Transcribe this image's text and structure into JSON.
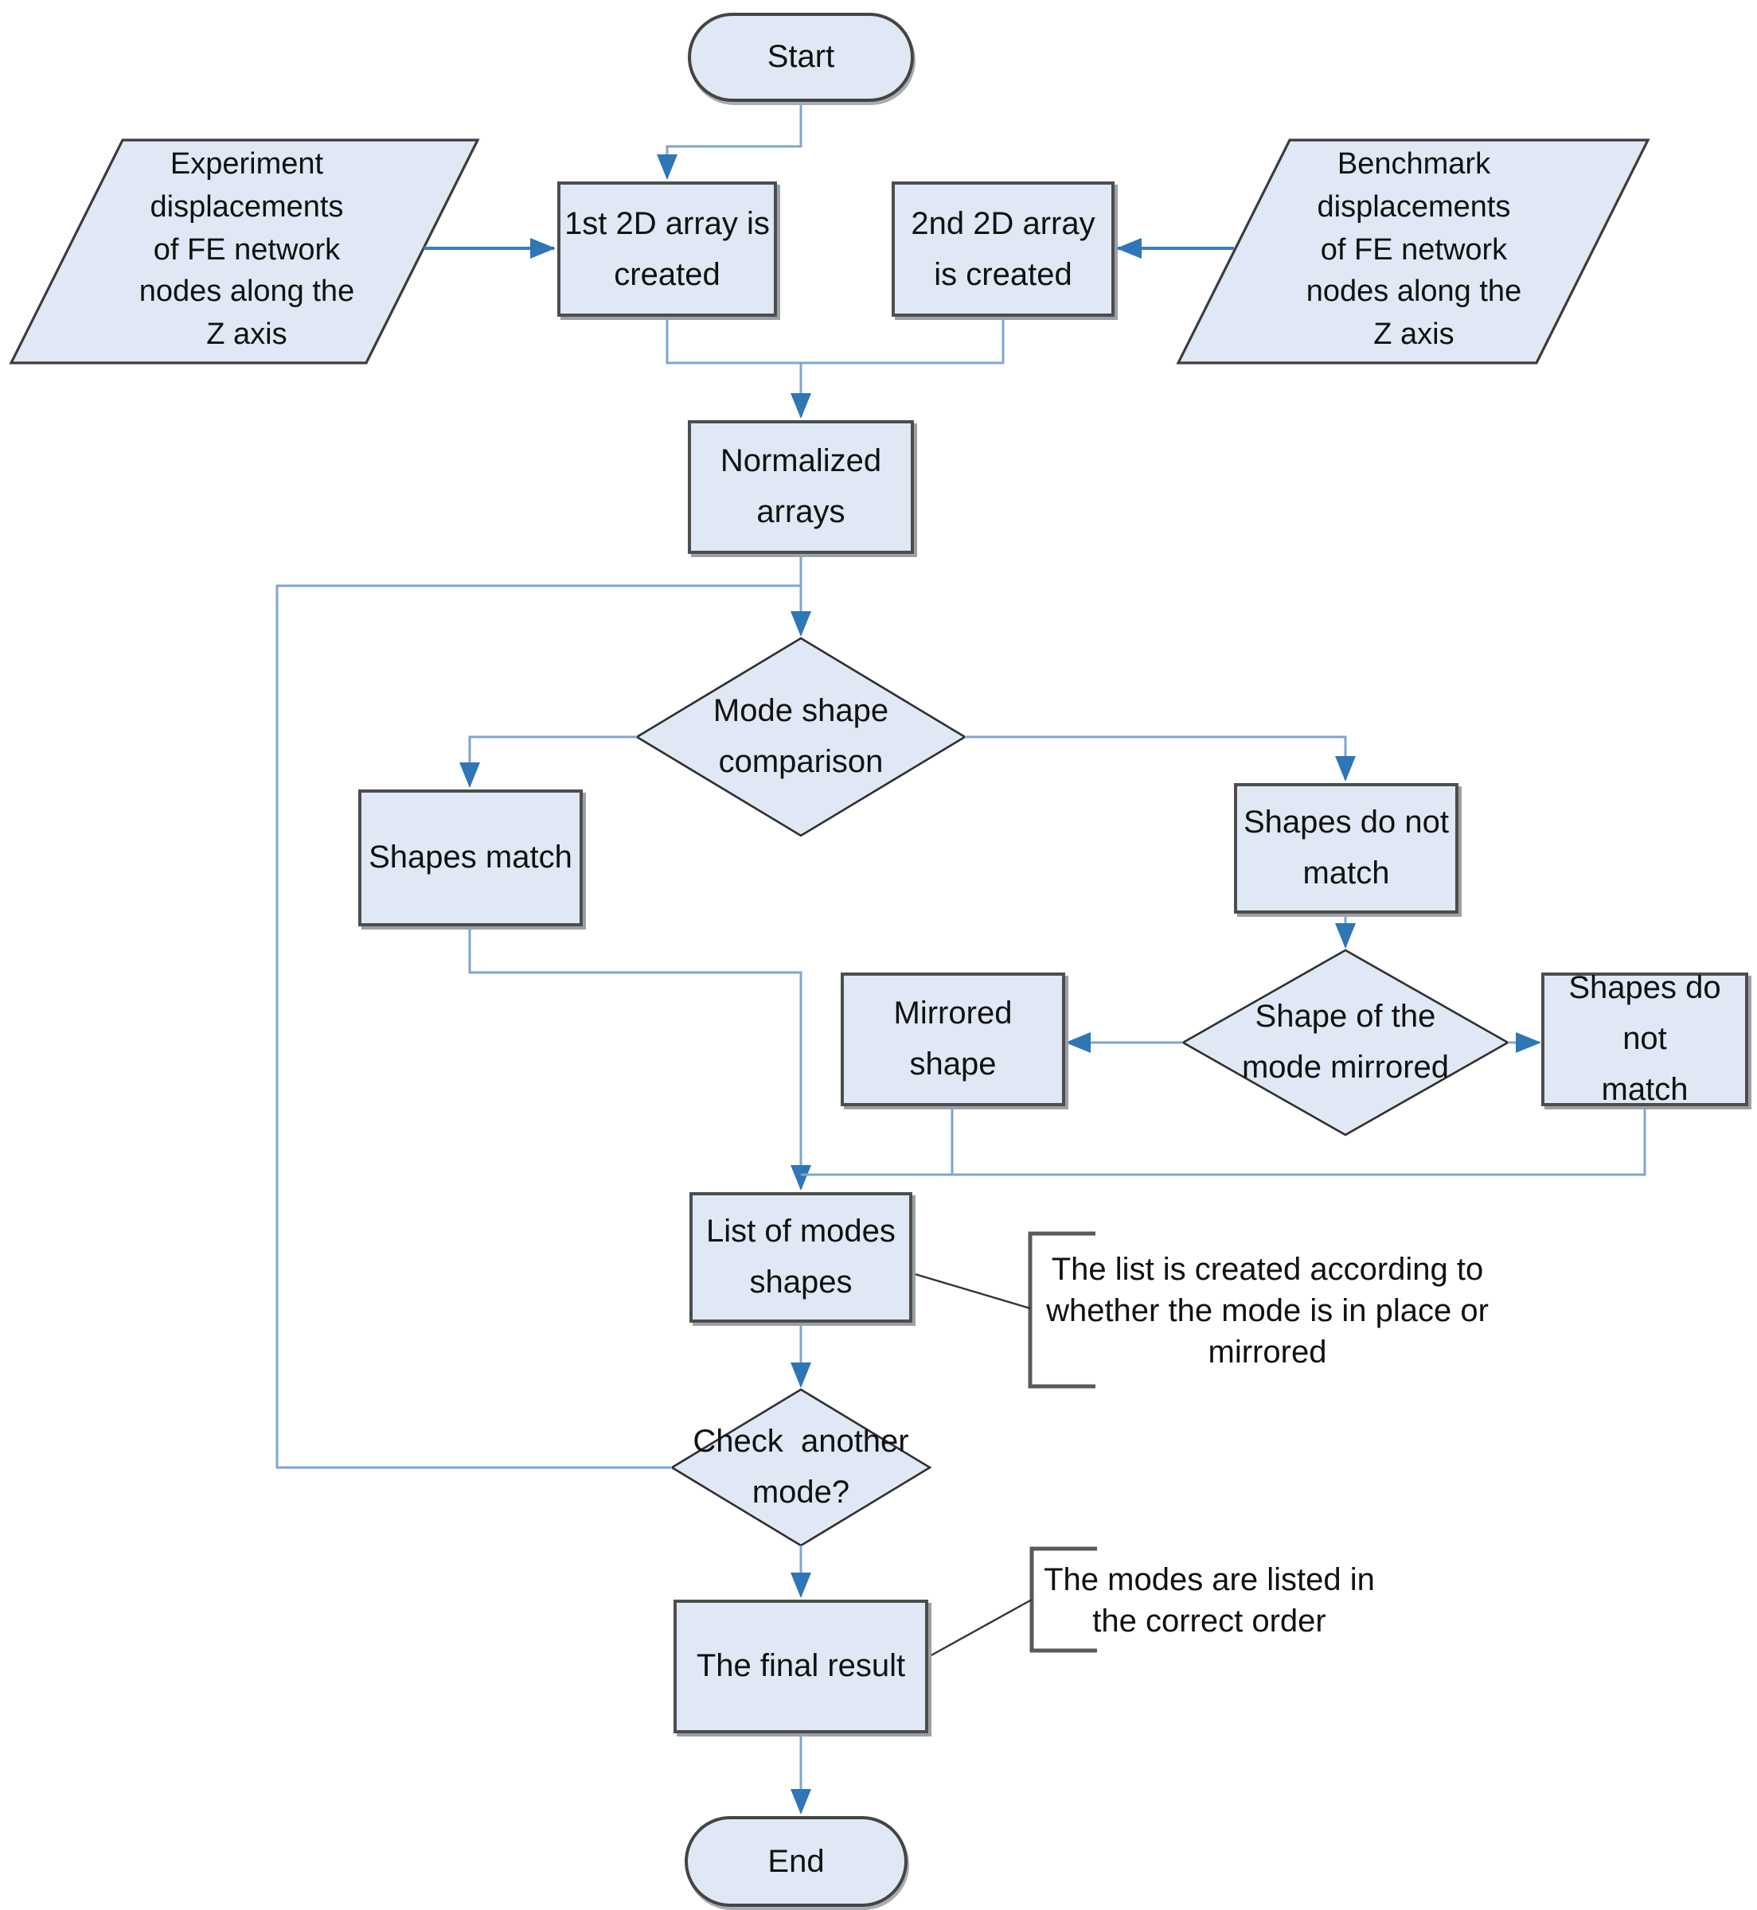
{
  "diagram": {
    "nodes": {
      "start": {
        "label": "Start"
      },
      "input_experiment": {
        "label": "Experiment\ndisplacements\nof FE network\nnodes along the\nZ axis"
      },
      "input_benchmark": {
        "label": "Benchmark\ndisplacements\nof FE network\nnodes along the\nZ axis"
      },
      "array1": {
        "label": "1st 2D array is\ncreated"
      },
      "array2": {
        "label": "2nd 2D array\nis created"
      },
      "normalized": {
        "label": "Normalized\narrays"
      },
      "mode_comparison": {
        "label": "Mode shape\ncomparison"
      },
      "shapes_match": {
        "label": "Shapes match"
      },
      "no_match_1": {
        "label": "Shapes do not\nmatch"
      },
      "mode_mirrored": {
        "label": "Shape of the\nmode mirrored"
      },
      "mirrored_shape": {
        "label": "Mirrored\nshape"
      },
      "no_match_2": {
        "label": "Shapes do not\nmatch"
      },
      "modes_list": {
        "label": "List of modes\nshapes"
      },
      "check_another": {
        "label": "Check  another\nmode?"
      },
      "final_result": {
        "label": "The final result"
      },
      "end": {
        "label": "End"
      }
    },
    "annotations": {
      "list_note": "The list is created according to\nwhether the mode is in place or\nmirrored",
      "result_note": "The modes are listed in\nthe correct order"
    },
    "colors": {
      "node_fill": "#dfe8f4",
      "node_border": "#4d4d4d",
      "diamond_border": "#2f2f2f",
      "connector": "#7fa6cd",
      "connector_strong": "#3b7dc4",
      "arrowhead": "#2e76b6",
      "bracket": "#5a5a5a",
      "text": "#111111"
    }
  }
}
